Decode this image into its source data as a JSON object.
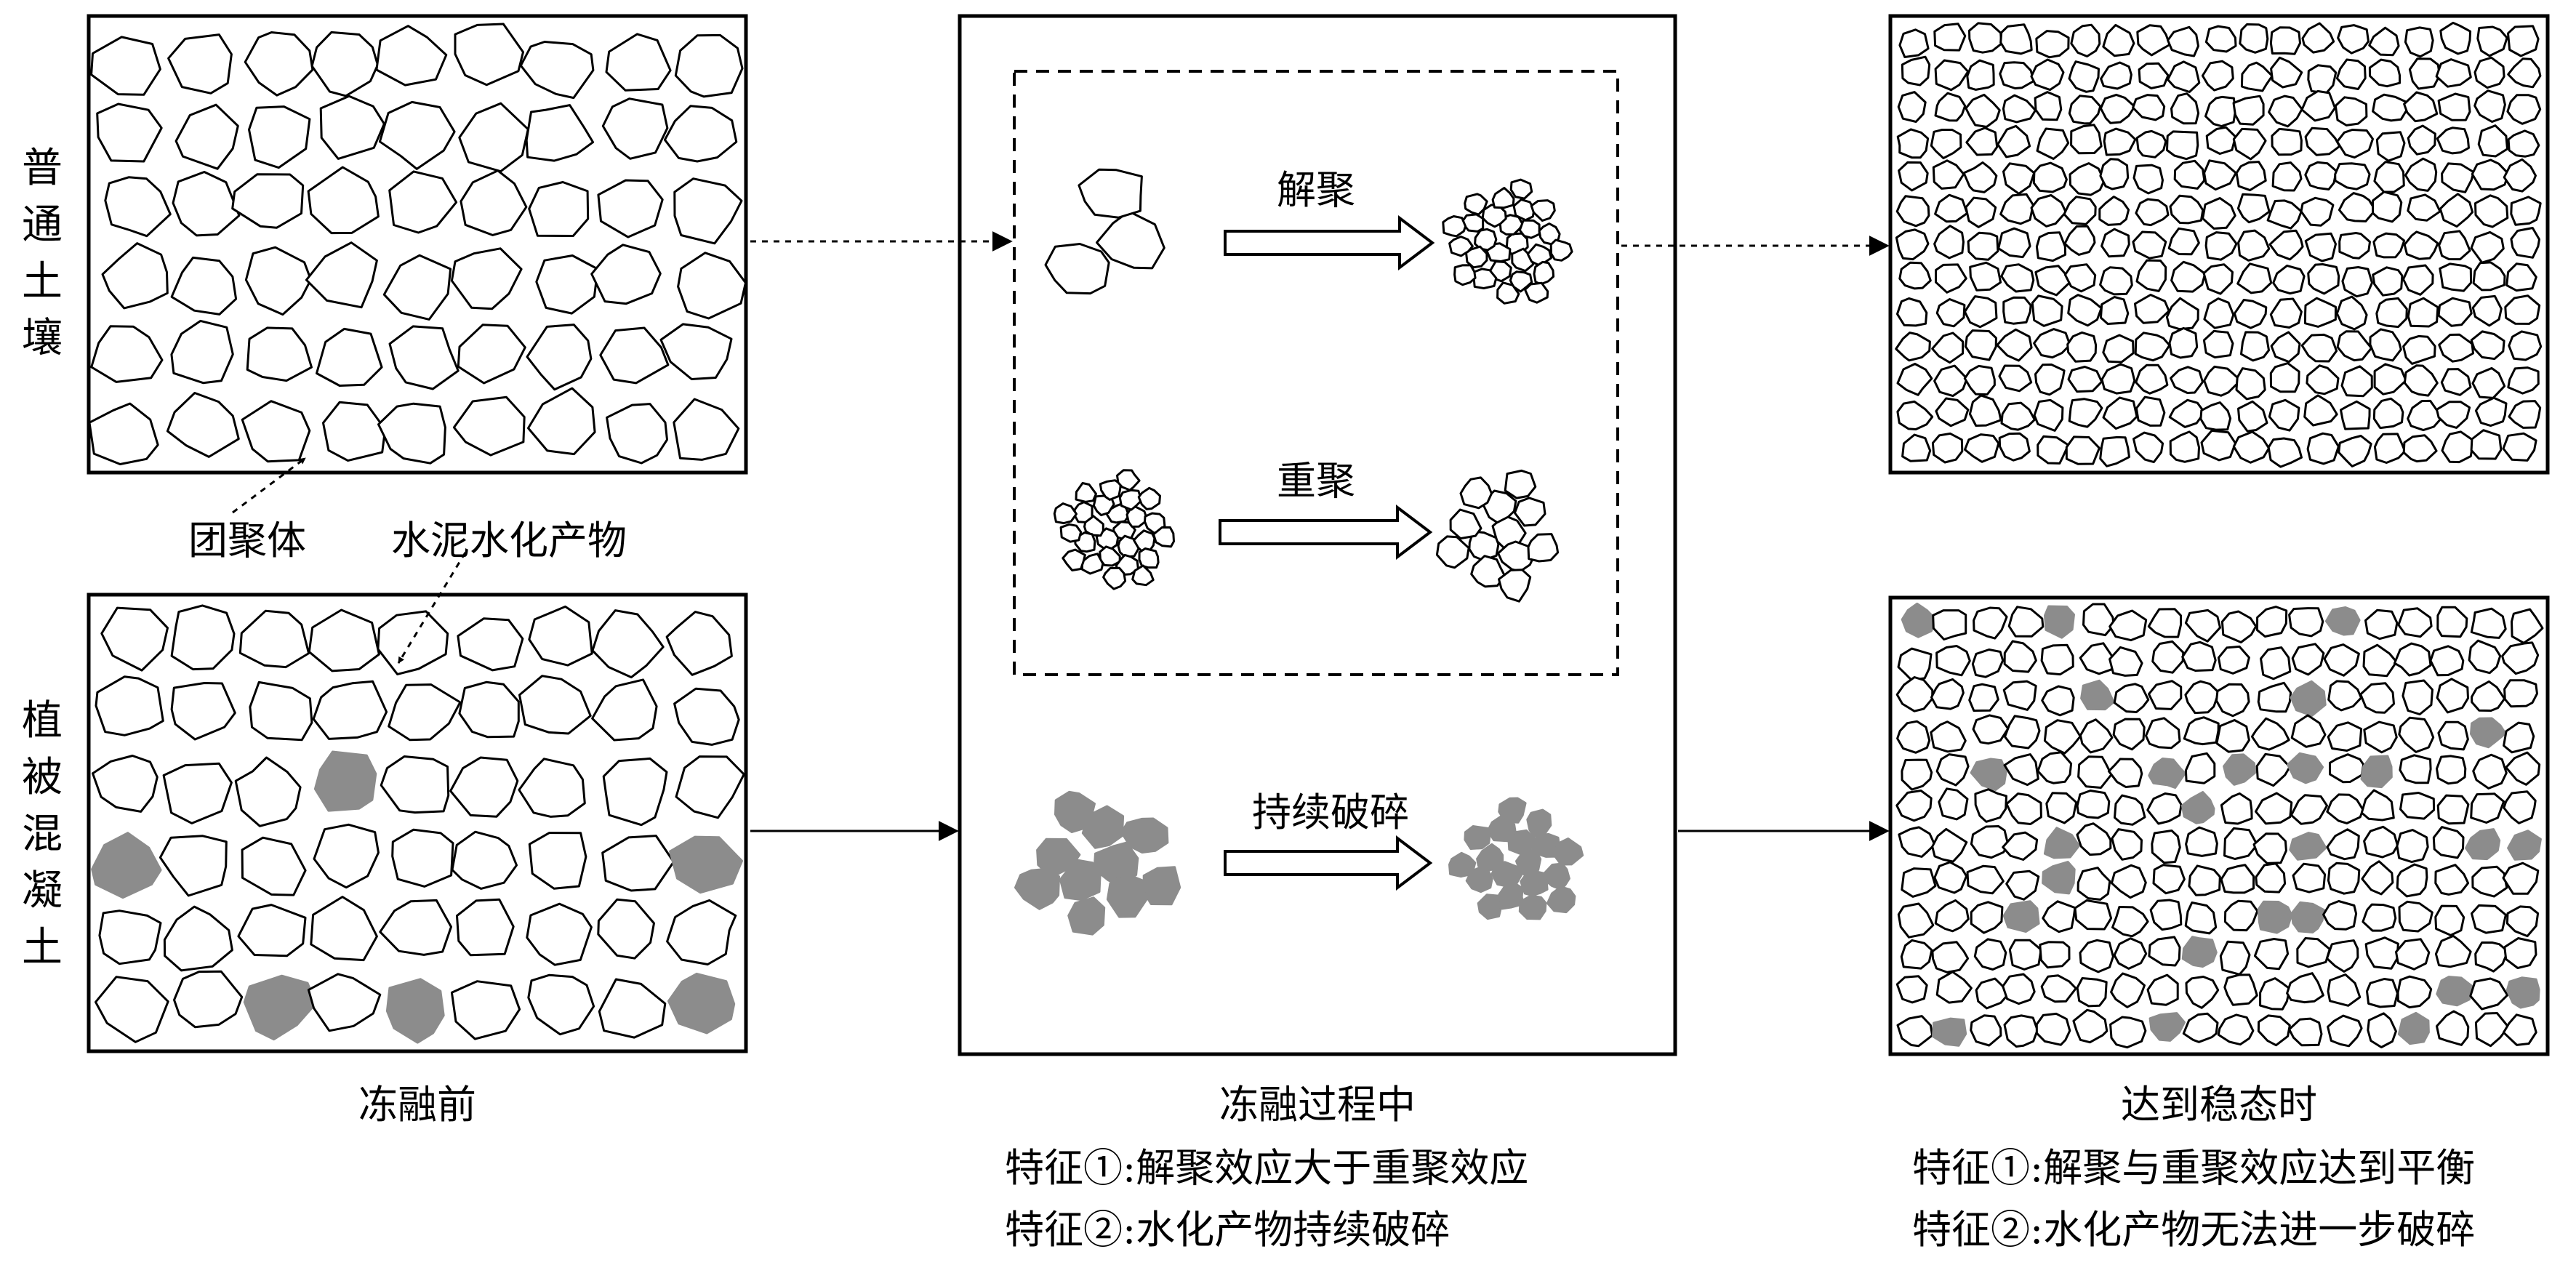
{
  "side_labels": {
    "ordinary_soil": "普通土壤",
    "vegetation_concrete": "植被混凝土"
  },
  "annotations": {
    "aggregate": "团聚体",
    "cement_hydration_product": "水泥水化产物"
  },
  "process": {
    "disaggregation": "解聚",
    "reaggregation": "重聚",
    "continuous_breakage": "持续破碎"
  },
  "stages": {
    "before": {
      "title": "冻融前"
    },
    "during": {
      "title": "冻融过程中",
      "feature1": "特征①:解聚效应大于重聚效应",
      "feature2": "特征②:水化产物持续破碎"
    },
    "steady": {
      "title": "达到稳态时",
      "feature1": "特征①:解聚与重聚效应达到平衡",
      "feature2": "特征②:水化产物无法进一步破碎"
    }
  },
  "colors": {
    "hydration_product": "#8c8c8c",
    "outline": "#000000",
    "background": "#ffffff"
  }
}
